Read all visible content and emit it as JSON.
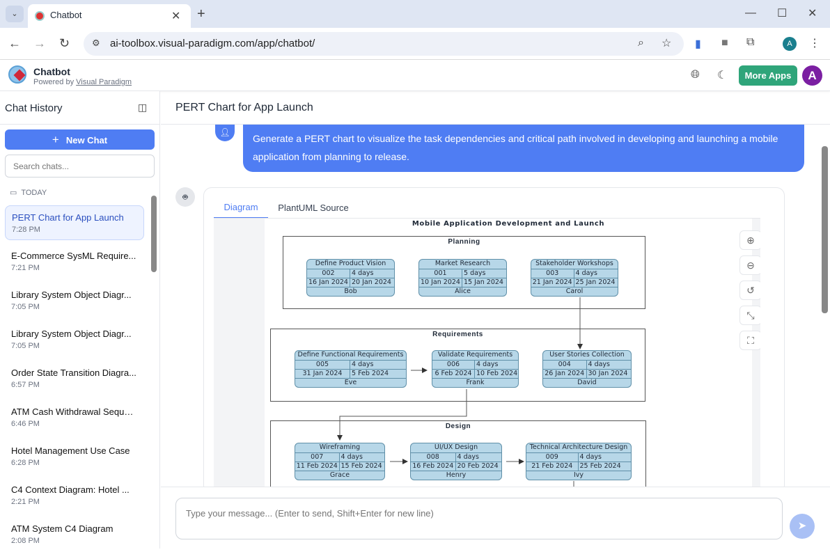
{
  "browser": {
    "tab_title": "Chatbot",
    "url": "ai-toolbox.visual-paradigm.com/app/chatbot/",
    "profile_initial": "A"
  },
  "app": {
    "title": "Chatbot",
    "powered_prefix": "Powered by ",
    "powered_link": "Visual Paradigm",
    "more_apps": "More Apps",
    "avatar": "A"
  },
  "sidebar": {
    "title": "Chat History",
    "new_chat": "New Chat",
    "search_placeholder": "Search chats...",
    "section": "TODAY",
    "items": [
      {
        "title": "PERT Chart for App Launch",
        "time": "7:28 PM"
      },
      {
        "title": "E-Commerce SysML Require...",
        "time": "7:21 PM"
      },
      {
        "title": "Library System Object Diagr...",
        "time": "7:05 PM"
      },
      {
        "title": "Library System Object Diagr...",
        "time": "7:05 PM"
      },
      {
        "title": "Order State Transition Diagra...",
        "time": "6:57 PM"
      },
      {
        "title": "ATM Cash Withdrawal Seque...",
        "time": "6:46 PM"
      },
      {
        "title": "Hotel Management Use Case",
        "time": "6:28 PM"
      },
      {
        "title": "C4 Context Diagram: Hotel ...",
        "time": "2:21 PM"
      },
      {
        "title": "ATM System C4 Diagram",
        "time": "2:08 PM"
      }
    ]
  },
  "chat": {
    "title": "PERT Chart for App Launch",
    "user_message": "Generate a PERT chart to visualize the task dependencies and critical path involved in developing and launching a mobile application from planning to release.",
    "tabs": [
      "Diagram",
      "PlantUML Source"
    ],
    "input_placeholder": "Type your message... (Enter to send, Shift+Enter for new line)"
  },
  "diagram": {
    "title": "Mobile Application Development and Launch",
    "groups": [
      {
        "name": "Planning",
        "nodes": [
          {
            "task": "Define Product Vision",
            "id": "002",
            "duration": "4 days",
            "start": "16 Jan 2024",
            "end": "20 Jan 2024",
            "owner": "Bob"
          },
          {
            "task": "Market Research",
            "id": "001",
            "duration": "5 days",
            "start": "10 Jan 2024",
            "end": "15 Jan 2024",
            "owner": "Alice"
          },
          {
            "task": "Stakeholder Workshops",
            "id": "003",
            "duration": "4 days",
            "start": "21 Jan 2024",
            "end": "25 Jan 2024",
            "owner": "Carol"
          }
        ]
      },
      {
        "name": "Requirements",
        "nodes": [
          {
            "task": "Define Functional Requirements",
            "id": "005",
            "duration": "4 days",
            "start": "31 Jan 2024",
            "end": "5 Feb 2024",
            "owner": "Eve"
          },
          {
            "task": "Validate Requirements",
            "id": "006",
            "duration": "4 days",
            "start": "6 Feb 2024",
            "end": "10 Feb 2024",
            "owner": "Frank"
          },
          {
            "task": "User Stories Collection",
            "id": "004",
            "duration": "4 days",
            "start": "26 Jan 2024",
            "end": "30 Jan 2024",
            "owner": "David"
          }
        ]
      },
      {
        "name": "Design",
        "nodes": [
          {
            "task": "Wireframing",
            "id": "007",
            "duration": "4 days",
            "start": "11 Feb 2024",
            "end": "15 Feb 2024",
            "owner": "Grace"
          },
          {
            "task": "UI/UX Design",
            "id": "008",
            "duration": "4 days",
            "start": "16 Feb 2024",
            "end": "20 Feb 2024",
            "owner": "Henry"
          },
          {
            "task": "Technical Architecture Design",
            "id": "009",
            "duration": "4 days",
            "start": "21 Feb 2024",
            "end": "25 Feb 2024",
            "owner": "Ivy"
          }
        ]
      }
    ]
  },
  "colors": {
    "accent": "#4f7df3",
    "more_apps": "#2fa57a",
    "avatar": "#7b1fa2",
    "node_fill": "#b7d7e8"
  }
}
